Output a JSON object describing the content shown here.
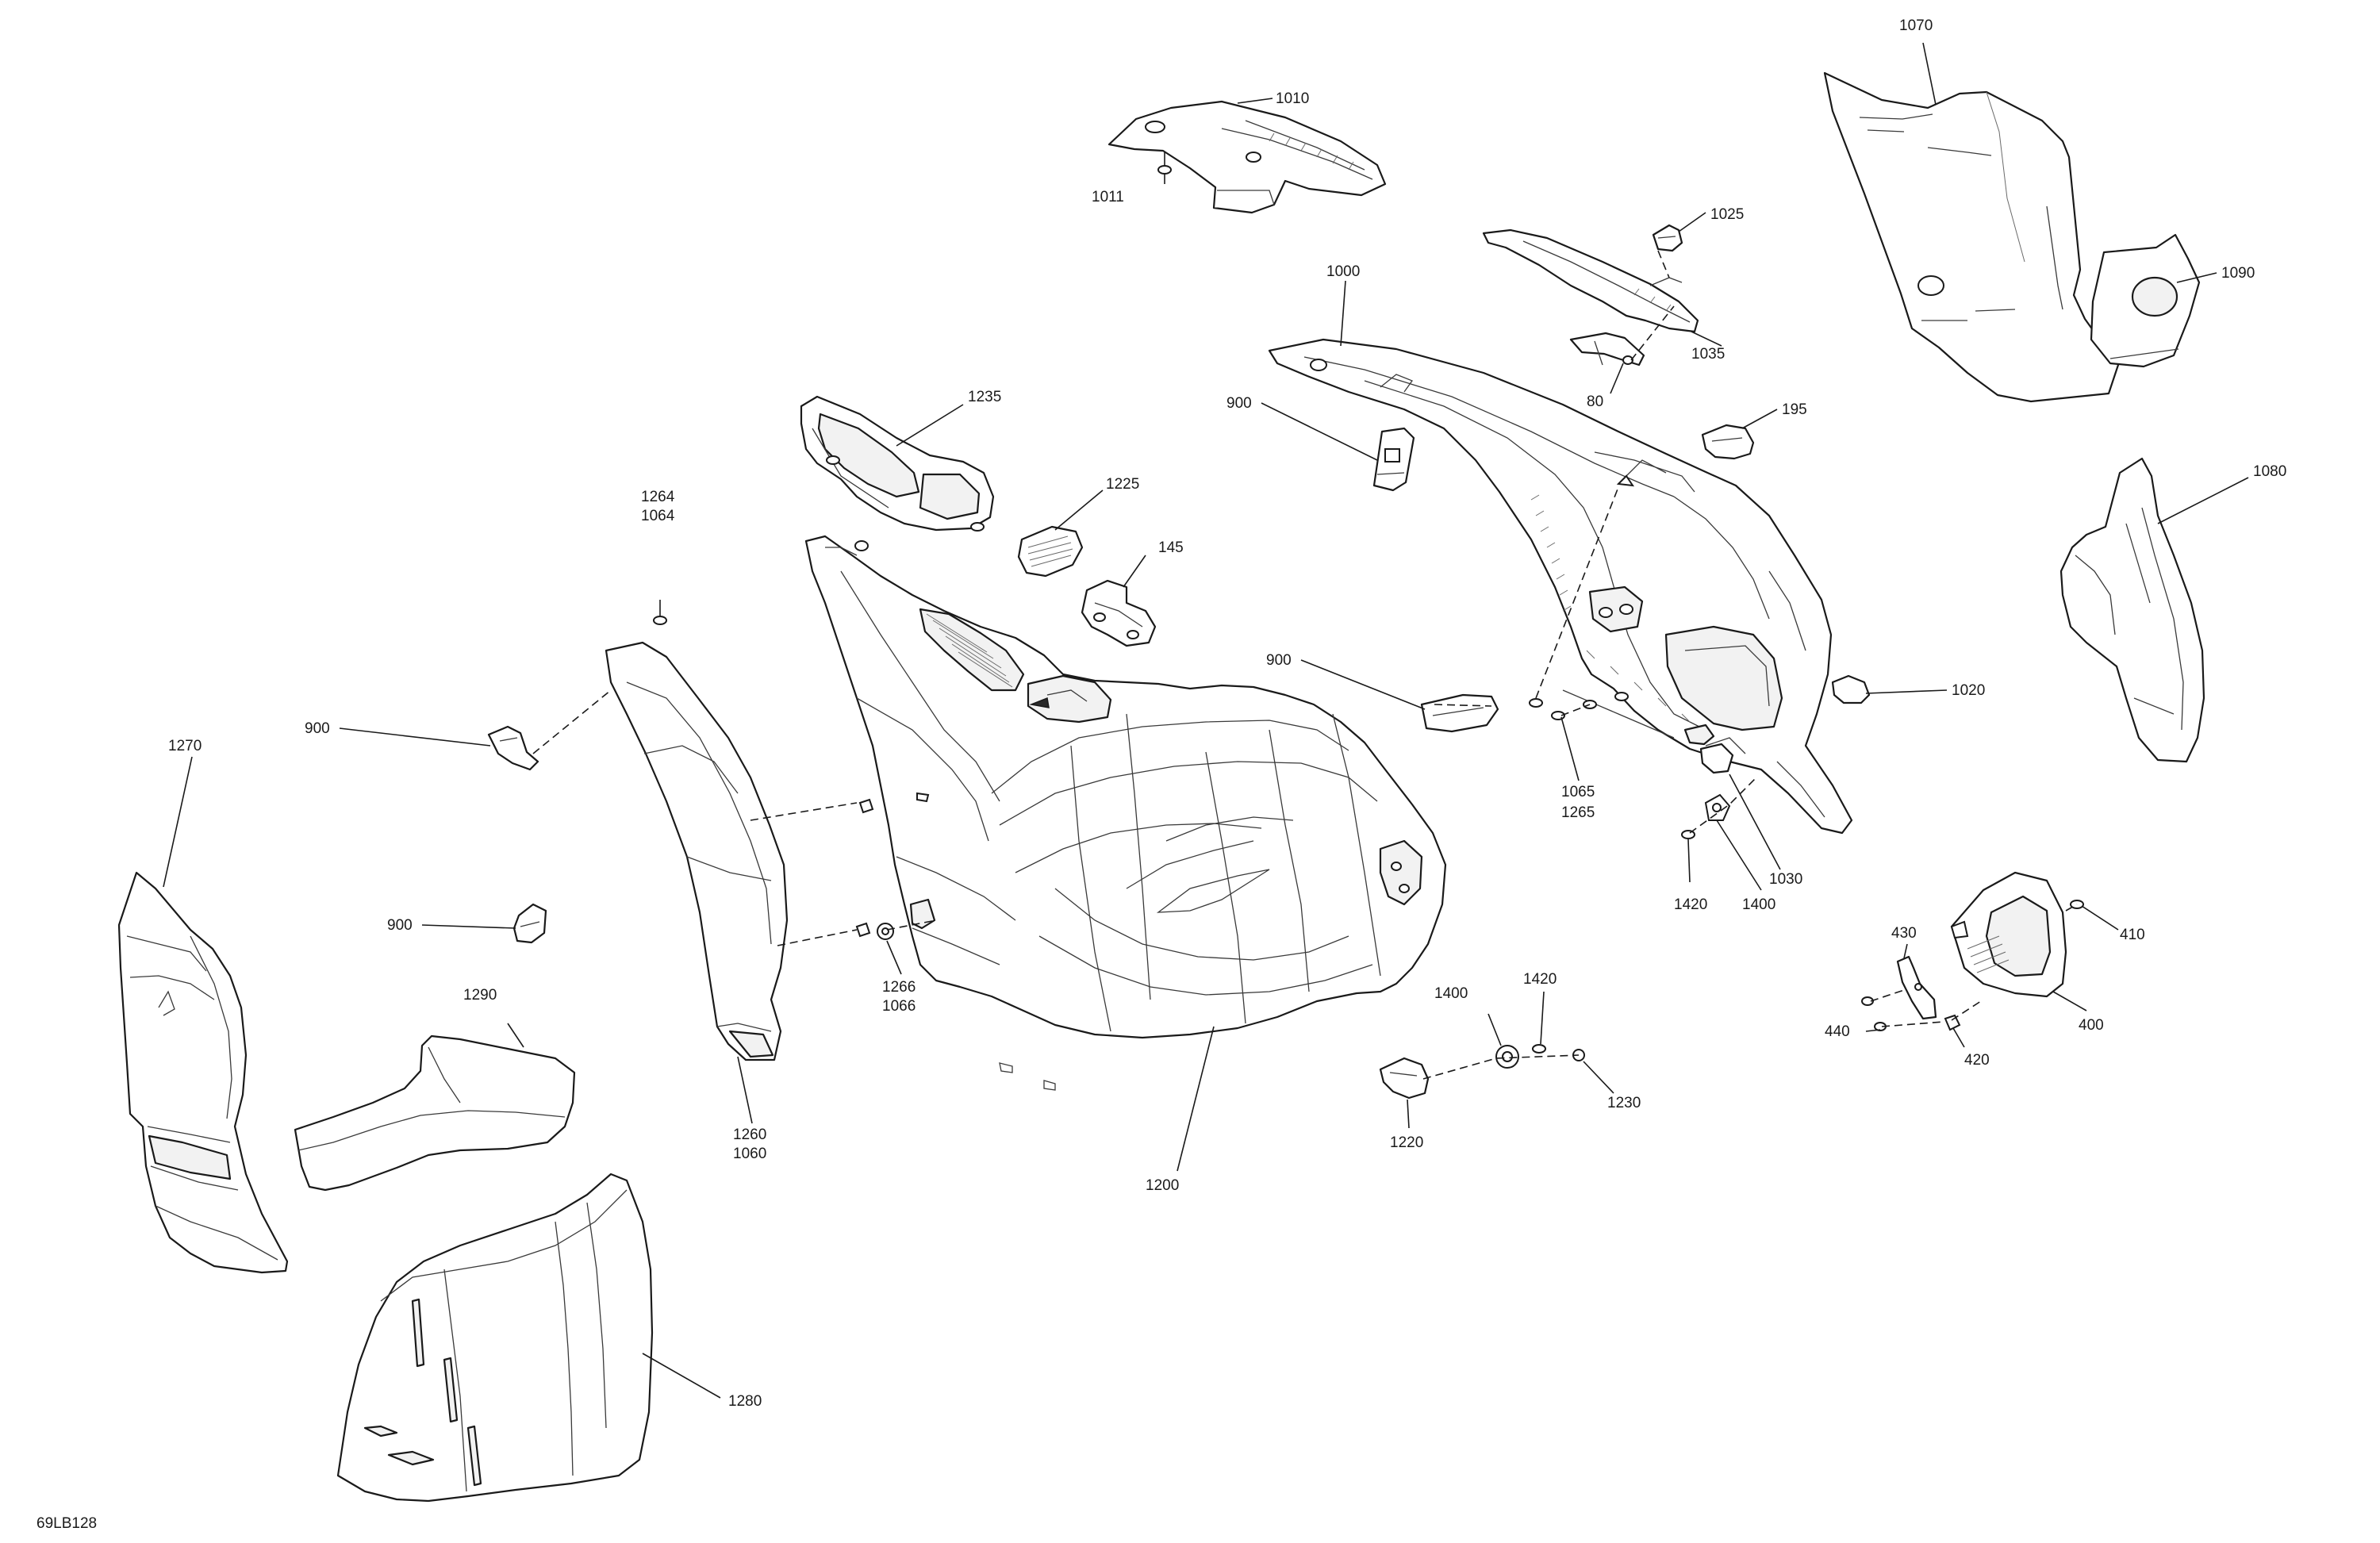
{
  "diagram": {
    "code": "69LB128",
    "labels": {
      "l1010": "1010",
      "l1011": "1011",
      "l1070": "1070",
      "l1025": "1025",
      "l1090": "1090",
      "l1000": "1000",
      "l1035": "1035",
      "l80": "80",
      "l195": "195",
      "l900a": "900",
      "l1235": "1235",
      "l1080": "1080",
      "l1264": "1264",
      "l1064": "1064",
      "l1225": "1225",
      "l145": "145",
      "l900b": "900",
      "l900c": "900",
      "l1270": "1270",
      "l1020": "1020",
      "l1065": "1065",
      "l1265": "1265",
      "l1030": "1030",
      "l1420a": "1420",
      "l1400a": "1400",
      "l900d": "900",
      "l1266": "1266",
      "l1066": "1066",
      "l430": "430",
      "l410": "410",
      "l1290": "1290",
      "l1420b": "1420",
      "l1400b": "1400",
      "l440": "440",
      "l420": "420",
      "l400": "400",
      "l1260": "1260",
      "l1060": "1060",
      "l1230": "1230",
      "l1220": "1220",
      "l1200": "1200",
      "l1280": "1280"
    }
  }
}
